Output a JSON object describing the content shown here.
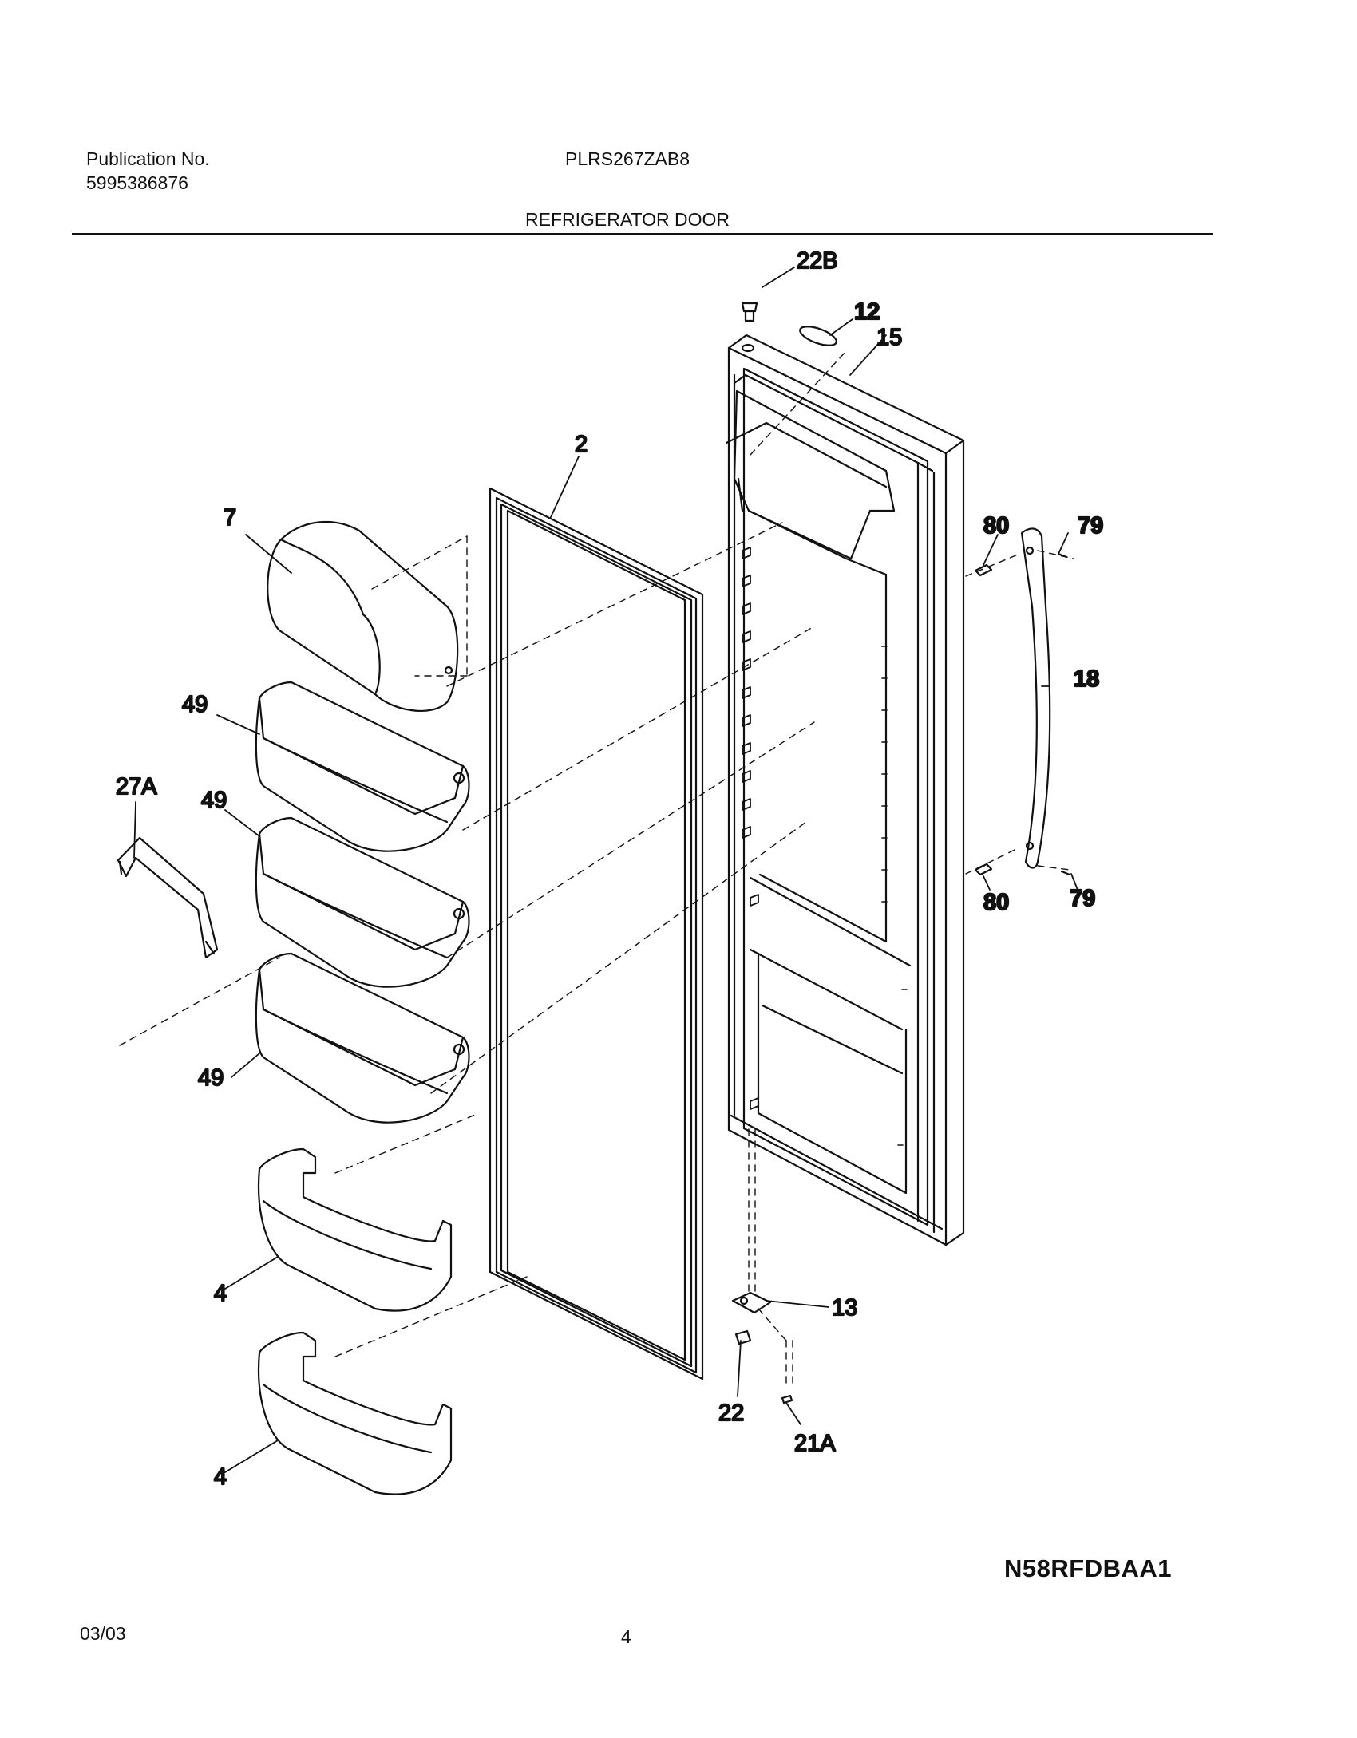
{
  "header": {
    "publication_label": "Publication No.",
    "publication_number": "5995386876",
    "model": "PLRS267ZAB8",
    "section_title": "REFRIGERATOR DOOR"
  },
  "callouts": {
    "c22B": "22B",
    "c12": "12",
    "c15": "15",
    "c2": "2",
    "c7": "7",
    "c80a": "80",
    "c79a": "79",
    "c18": "18",
    "c49a": "49",
    "c27A": "27A",
    "c49b": "49",
    "c80b": "80",
    "c79b": "79",
    "c49c": "49",
    "c4a": "4",
    "c13": "13",
    "c22": "22",
    "c21A": "21A",
    "c4b": "4"
  },
  "footer": {
    "diagram_code": "N58RFDBAA1",
    "date": "03/03",
    "page_number": "4"
  }
}
